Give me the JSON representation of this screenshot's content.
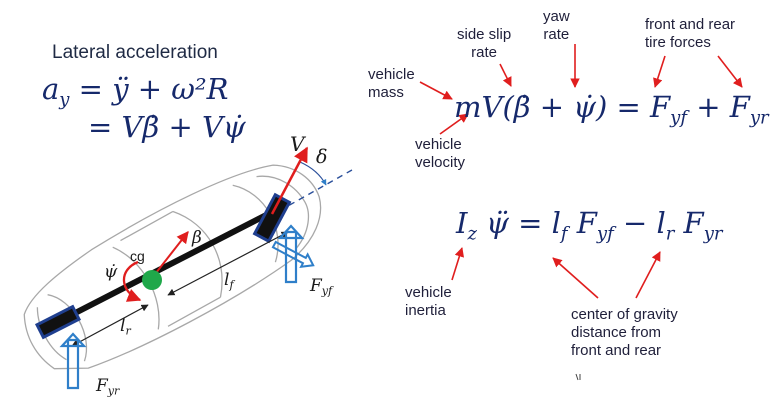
{
  "left": {
    "heading": "Lateral acceleration",
    "eq1": "a_y = ÿ + ω²R",
    "eq2": "= Vβ̇ + Vψ̇"
  },
  "right": {
    "eq_top": "mV(β̇ + ψ̇) = F_yf + F_yr",
    "eq_bottom": "I_z ψ̈ = l_f F_yf − l_r F_yr",
    "labels": {
      "vehicle_mass": "vehicle\nmass",
      "side_slip_rate": "side slip\nrate",
      "yaw_rate": "yaw\nrate",
      "tire_forces": "front and rear\ntire forces",
      "vehicle_velocity": "vehicle\nvelocity",
      "vehicle_inertia": "vehicle\ninertia",
      "cg_distance": "center of gravity\ndistance from\nfront and rear"
    }
  },
  "diagram": {
    "V": "V",
    "delta": "δ",
    "beta": "β",
    "psi_dot": "ψ̇",
    "cg": "cg",
    "l_f": "l_f",
    "l_r": "l_r",
    "F_yf": "F_yf",
    "F_yr": "F_yr"
  },
  "colors": {
    "equation": "#16296b",
    "arrow_red": "#e01e1e",
    "force_blue": "#2f7fc9",
    "tire_blue": "#1f3f8f",
    "cg_green": "#1fa84a",
    "car_outline": "#9a9a9a"
  }
}
